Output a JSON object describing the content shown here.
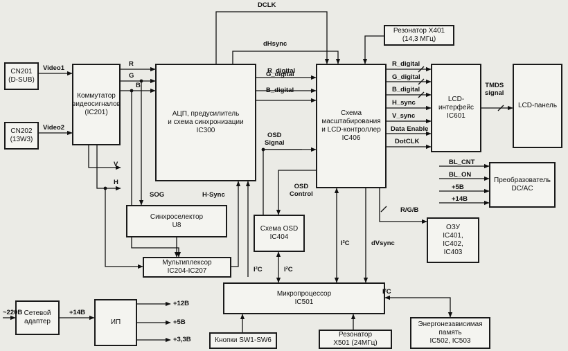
{
  "blocks": {
    "cn201": [
      "CN201",
      "(D-SUB)"
    ],
    "cn202": [
      "CN202",
      "(13W3)"
    ],
    "commutator": [
      "Коммутатор",
      "видеосигналов",
      "(IC201)"
    ],
    "adc": [
      "АЦП, предусилитель",
      "и схема синхронизации",
      "IC300"
    ],
    "scaler": [
      "Схема",
      "масштабирования",
      "и LCD-контроллер",
      "IC406"
    ],
    "lcd_if": [
      "LCD-",
      "интерфейс",
      "IC601"
    ],
    "lcd_panel": [
      "LCD-панель"
    ],
    "resonator401": [
      "Резонатор X401",
      "(14,3 МГц)"
    ],
    "converter": [
      "Преобразователь",
      "DC/AC"
    ],
    "sync_selector": [
      "Синхроселектор",
      "U8"
    ],
    "multiplexer": [
      "Мультиплексор",
      "IC204-IC207"
    ],
    "osd": [
      "Схема OSD",
      "IC404"
    ],
    "ram": [
      "ОЗУ",
      "IC401,",
      "IC402,",
      "IC403"
    ],
    "mcu": [
      "Микропроцессор",
      "IC501"
    ],
    "adapter": [
      "Сетевой",
      "адаптер"
    ],
    "psu": [
      "ИП"
    ],
    "buttons": [
      "Кнопки SW1-SW6"
    ],
    "resonator501": [
      "Резонатор",
      "X501 (24МГц)"
    ],
    "eeprom": [
      "Энергонезависимая",
      "память",
      "IC502, IC503"
    ]
  },
  "signals": {
    "dclk": "DCLK",
    "dhsync": "dHsync",
    "video1": "Video1",
    "video2": "Video2",
    "r": "R",
    "g": "G",
    "b": "B",
    "r_digital": "R_digital",
    "g_digital": "G_digital",
    "b_digital": "B_digital",
    "r_digital_out": "R_digital",
    "g_digital_out": "G_digital",
    "b_digital_out": "B_digital",
    "h_sync": "H_sync",
    "v_sync": "V_sync",
    "data_enable": "Data Enable",
    "dotclk": "DotCLK",
    "tmds": [
      "TMDS",
      "signal"
    ],
    "osd_signal": [
      "OSD",
      "Signal"
    ],
    "osd_control": [
      "OSD",
      "Control"
    ],
    "v": "V",
    "h": "H",
    "sog": "SOG",
    "hsync_adc": "H-Sync",
    "bl_cnt": "BL_CNT",
    "bl_on": "BL_ON",
    "plus5_conv": "+5В",
    "plus14_conv": "+14В",
    "rgb": "R/G/B",
    "i2c_osd": "I²C",
    "i2c_mcu_left": "I²C",
    "i2c_mcu_osd": "I²C",
    "dvsync": "dVsync",
    "i2c_eeprom": "I²C",
    "mains": "~220В",
    "plus14_psu": "+14В",
    "plus12": "+12В",
    "plus5": "+5В",
    "plus33": "+3,3В"
  }
}
